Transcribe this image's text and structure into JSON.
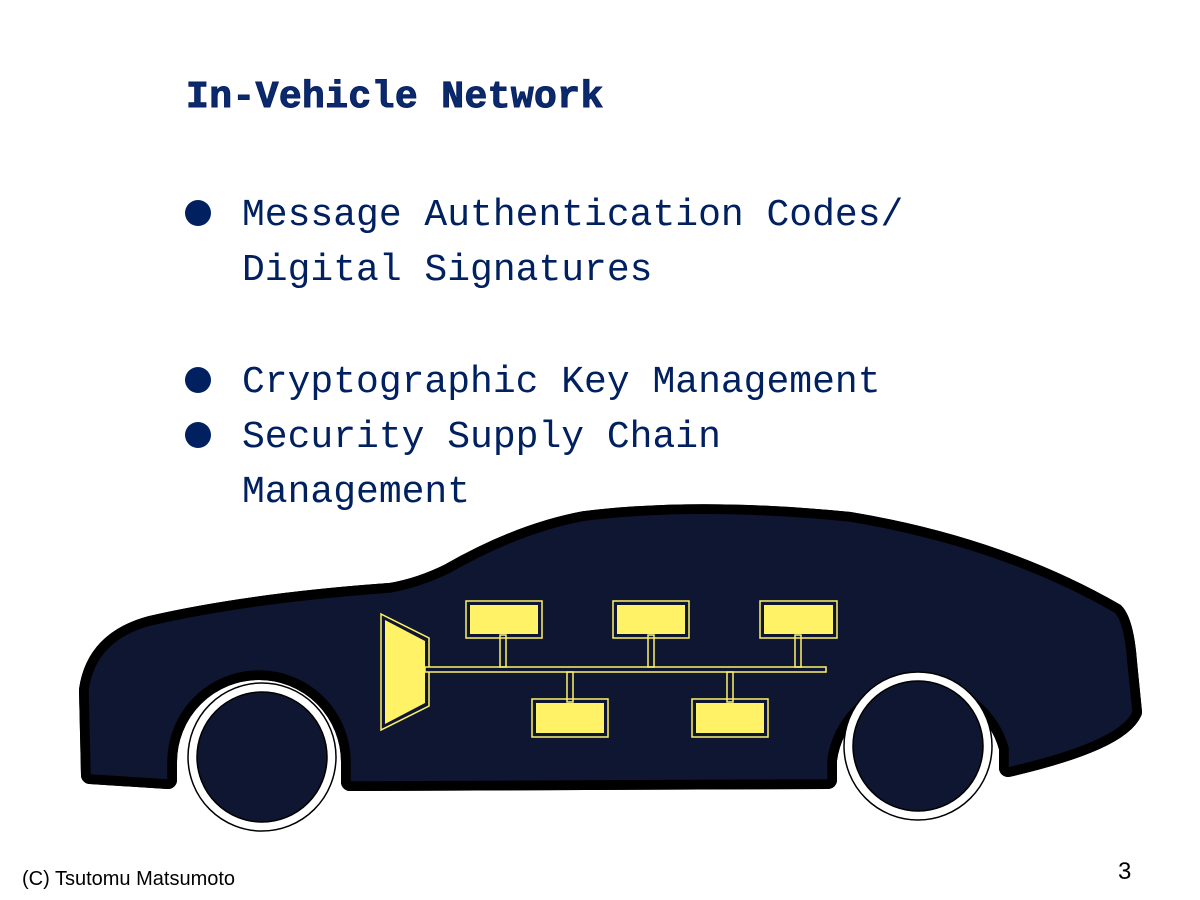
{
  "slide": {
    "title": "In-Vehicle Network",
    "bullets": [
      {
        "lines": [
          "Message Authentication Codes/",
          "Digital Signatures"
        ]
      },
      {
        "lines": [
          "Cryptographic Key Management"
        ]
      },
      {
        "lines": [
          "Security Supply Chain",
          "Management"
        ]
      }
    ],
    "footer": "(C) Tsutomu Matsumoto",
    "page_number": "3"
  },
  "colors": {
    "text": "#002060",
    "car_body": "#0f1632",
    "ecu": "#fff266"
  }
}
